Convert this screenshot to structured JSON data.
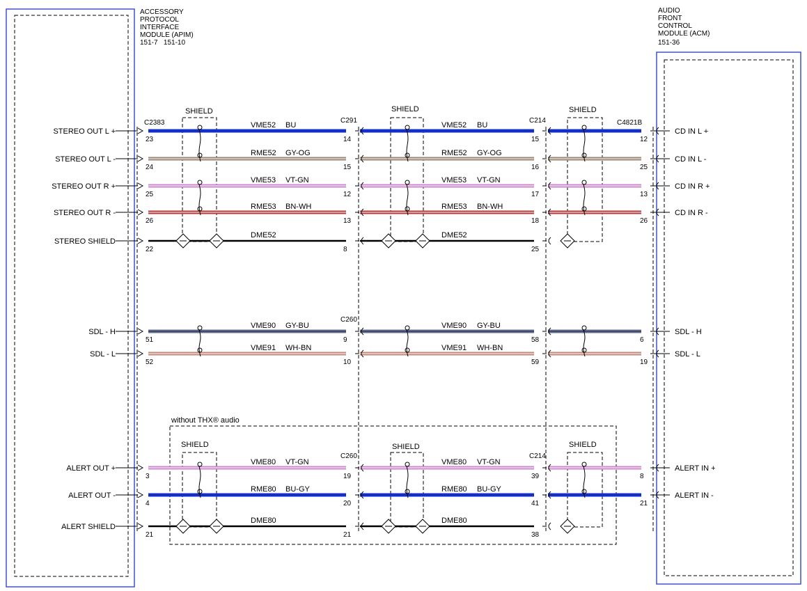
{
  "modules": {
    "apim": {
      "title": [
        "ACCESSORY",
        "PROTOCOL",
        "INTERFACE",
        "MODULE (APIM)"
      ],
      "refs": "151-7   151-10"
    },
    "acm": {
      "title": [
        "AUDIO",
        "FRONT",
        "CONTROL",
        "MODULE (ACM)"
      ],
      "refs": "151-36"
    }
  },
  "labels": {
    "shield": "SHIELD",
    "without_thx": "without THX® audio"
  },
  "connectors": {
    "c2383": "C2383",
    "c291": "C291",
    "c214a": "C214",
    "c4821b": "C4821B",
    "c260a": "C260",
    "c260b": "C260",
    "c214b": "C214"
  },
  "colors": {
    "blue": "#1430d8",
    "gray_orange": "#9a8672",
    "violet_green": "#cc88cc",
    "brown_white": "#b33a3a",
    "black": "#000000",
    "gray_blue": "#66708c",
    "gray_blue_dark": "#1f2a4a",
    "white_brown": "#c08878",
    "module_border": "#3344cc"
  },
  "rows": [
    {
      "left": "STEREO OUT L +",
      "right": "CD IN L +",
      "wire_l": "VME52",
      "color_l": "BU",
      "wire_r": "VME52",
      "color_r": "BU",
      "pins": [
        "23",
        "14",
        "15",
        "12"
      ],
      "paint": "blue"
    },
    {
      "left": "STEREO OUT L -",
      "right": "CD IN L -",
      "wire_l": "RME52",
      "color_l": "GY-OG",
      "wire_r": "RME52",
      "color_r": "GY-OG",
      "pins": [
        "24",
        "15",
        "16",
        "25"
      ],
      "paint": "gray_orange"
    },
    {
      "left": "STEREO OUT R +",
      "right": "CD IN R +",
      "wire_l": "VME53",
      "color_l": "VT-GN",
      "wire_r": "VME53",
      "color_r": "VT-GN",
      "pins": [
        "25",
        "12",
        "17",
        "13"
      ],
      "paint": "violet_green"
    },
    {
      "left": "STEREO OUT R -",
      "right": "CD IN R -",
      "wire_l": "RME53",
      "color_l": "BN-WH",
      "wire_r": "RME53",
      "color_r": "BN-WH",
      "pins": [
        "26",
        "13",
        "18",
        "26"
      ],
      "paint": "brown_white"
    },
    {
      "left": "STEREO SHIELD",
      "right": "",
      "wire_l": "DME52",
      "color_l": "",
      "wire_r": "DME52",
      "color_r": "",
      "pins": [
        "22",
        "8",
        "25",
        ""
      ],
      "paint": "black"
    },
    {
      "left": "SDL - H",
      "right": "SDL - H",
      "wire_l": "VME90",
      "color_l": "GY-BU",
      "wire_r": "VME90",
      "color_r": "GY-BU",
      "pins": [
        "51",
        "9",
        "58",
        "6"
      ],
      "paint": "gray_blue"
    },
    {
      "left": "SDL - L",
      "right": "SDL - L",
      "wire_l": "VME91",
      "color_l": "WH-BN",
      "wire_r": "VME91",
      "color_r": "WH-BN",
      "pins": [
        "52",
        "10",
        "59",
        "19"
      ],
      "paint": "white_brown"
    },
    {
      "left": "ALERT OUT +",
      "right": "ALERT IN +",
      "wire_l": "VME80",
      "color_l": "VT-GN",
      "wire_r": "VME80",
      "color_r": "VT-GN",
      "pins": [
        "3",
        "19",
        "39",
        "8"
      ],
      "paint": "violet_green"
    },
    {
      "left": "ALERT OUT -",
      "right": "ALERT IN -",
      "wire_l": "RME80",
      "color_l": "BU-GY",
      "wire_r": "RME80",
      "color_r": "BU-GY",
      "pins": [
        "4",
        "20",
        "41",
        "21"
      ],
      "paint": "blue"
    },
    {
      "left": "ALERT SHIELD",
      "right": "",
      "wire_l": "DME80",
      "color_l": "",
      "wire_r": "DME80",
      "color_r": "",
      "pins": [
        "21",
        "21",
        "38",
        ""
      ],
      "paint": "black"
    }
  ]
}
